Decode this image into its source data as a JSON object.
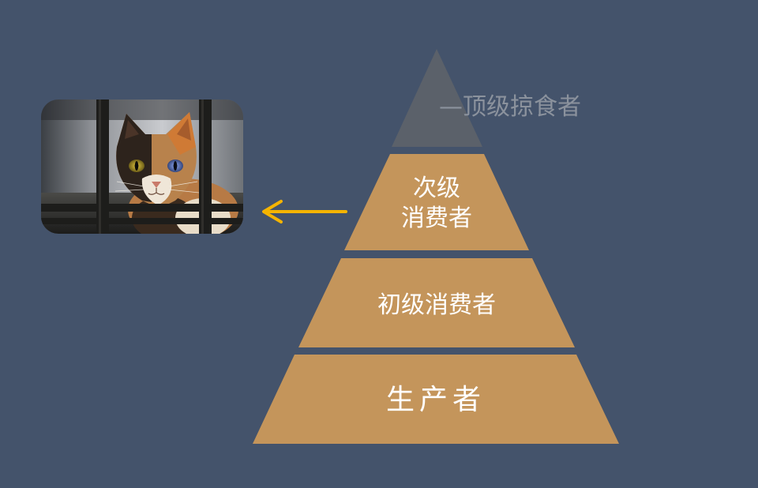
{
  "pyramid": {
    "apex_label": "—顶级掠食者",
    "secondary_consumer": {
      "line1": "次级",
      "line2": "消费者"
    },
    "primary_consumer": "初级消费者",
    "producer": "生产者"
  },
  "colors": {
    "background": "#44536b",
    "tier_fill": "#c4955b",
    "apex_fill": "#5b616a",
    "arrow": "#f5b400",
    "tier_text": "#ffffff",
    "apex_text": "#8b929d"
  },
  "photo": {
    "subject": "calico cat behind iron bars"
  }
}
